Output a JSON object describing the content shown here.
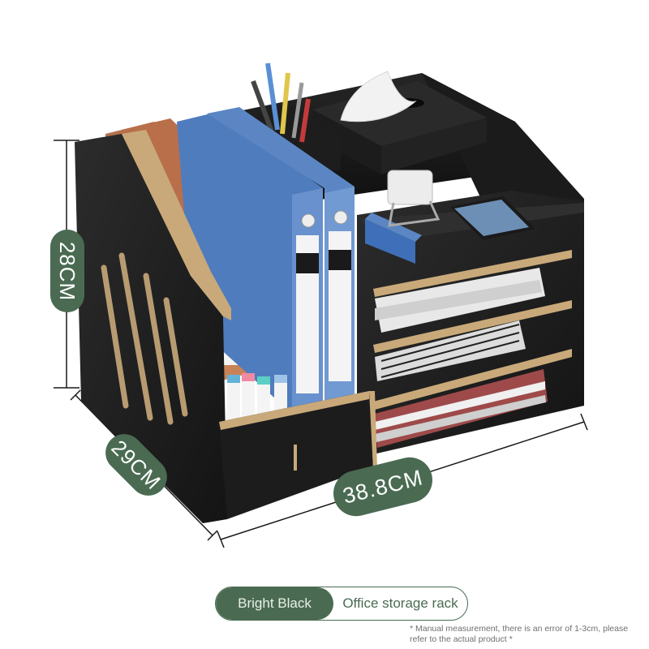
{
  "product": {
    "dimensions": {
      "height": "28CM",
      "depth": "29CM",
      "width": "38.8CM"
    },
    "color_option": "Bright Black",
    "product_name": "Office storage rack",
    "note": "* Manual measurement, there is an error of 1-3cm, please refer to the actual product *"
  },
  "colors": {
    "accent": "#4a6b52",
    "wood_dark": "#1e1e1e",
    "wood_edge": "#c9a97a",
    "binder_brown": "#b5714e",
    "binder_blue": "#5b86c3"
  }
}
